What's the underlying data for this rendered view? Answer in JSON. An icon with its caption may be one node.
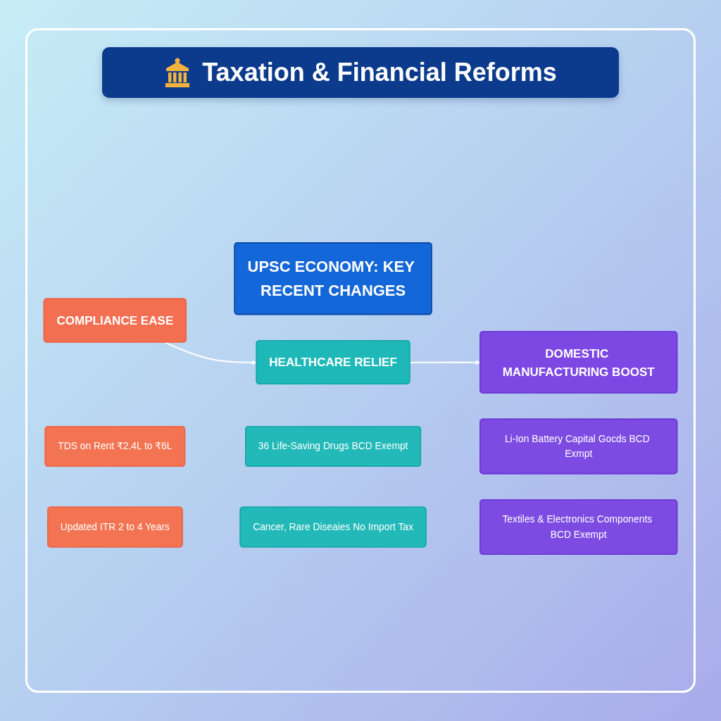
{
  "diagram": {
    "title": "Taxation & Financial Reforms",
    "nodes": [
      {
        "text": [
          "UPSC ECONOMY: KEY RECENT CHANGES"
        ]
      },
      {
        "text": [
          "COMPLIANCE EASE"
        ]
      },
      {
        "text": [
          "HEALTHCARE RELIEF"
        ]
      },
      {
        "text": [
          "DOMESTIC MANUFACTURING BOOST"
        ]
      },
      {
        "text": [
          "TDS on Rent ₹2.4L to ₹6L"
        ]
      },
      {
        "text": [
          "36 Life-Saving Drugs BCD Exempt"
        ]
      },
      {
        "text": [
          "Li-Ion Battery Capital Gocds BCD Exmpt"
        ]
      },
      {
        "text": [
          "Updated ITR 2 to 4 Years"
        ]
      },
      {
        "text": [
          "Cancer, Rare Diseaies No Import Tax"
        ]
      },
      {
        "text": [
          "Textiles & Electronics Components BCD Exempt"
        ]
      }
    ],
    "edges": [
      {
        "from": 1,
        "to": 2,
        "arrow": "to"
      },
      {
        "from": 2,
        "to": 3,
        "arrow": "to"
      }
    ]
  }
}
